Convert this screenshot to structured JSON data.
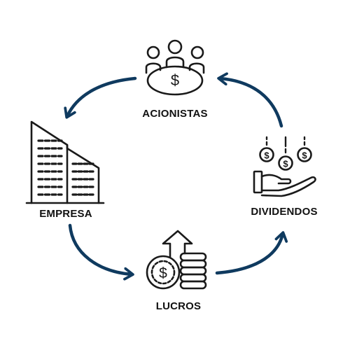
{
  "nodes": {
    "acionistas": {
      "label": "ACIONISTAS",
      "icon": "shareholders-meeting-icon"
    },
    "empresa": {
      "label": "EMPRESA",
      "icon": "office-building-icon"
    },
    "lucros": {
      "label": "LUCROS",
      "icon": "profit-coins-icon"
    },
    "dividendos": {
      "label": "DIVIDENDOS",
      "icon": "dividend-hand-icon"
    }
  },
  "colors": {
    "arrow": "#0f3a5f",
    "icon": "#1a1a1a",
    "label": "#111111",
    "background": "#ffffff"
  },
  "flow": [
    "acionistas",
    "empresa",
    "lucros",
    "dividendos"
  ]
}
